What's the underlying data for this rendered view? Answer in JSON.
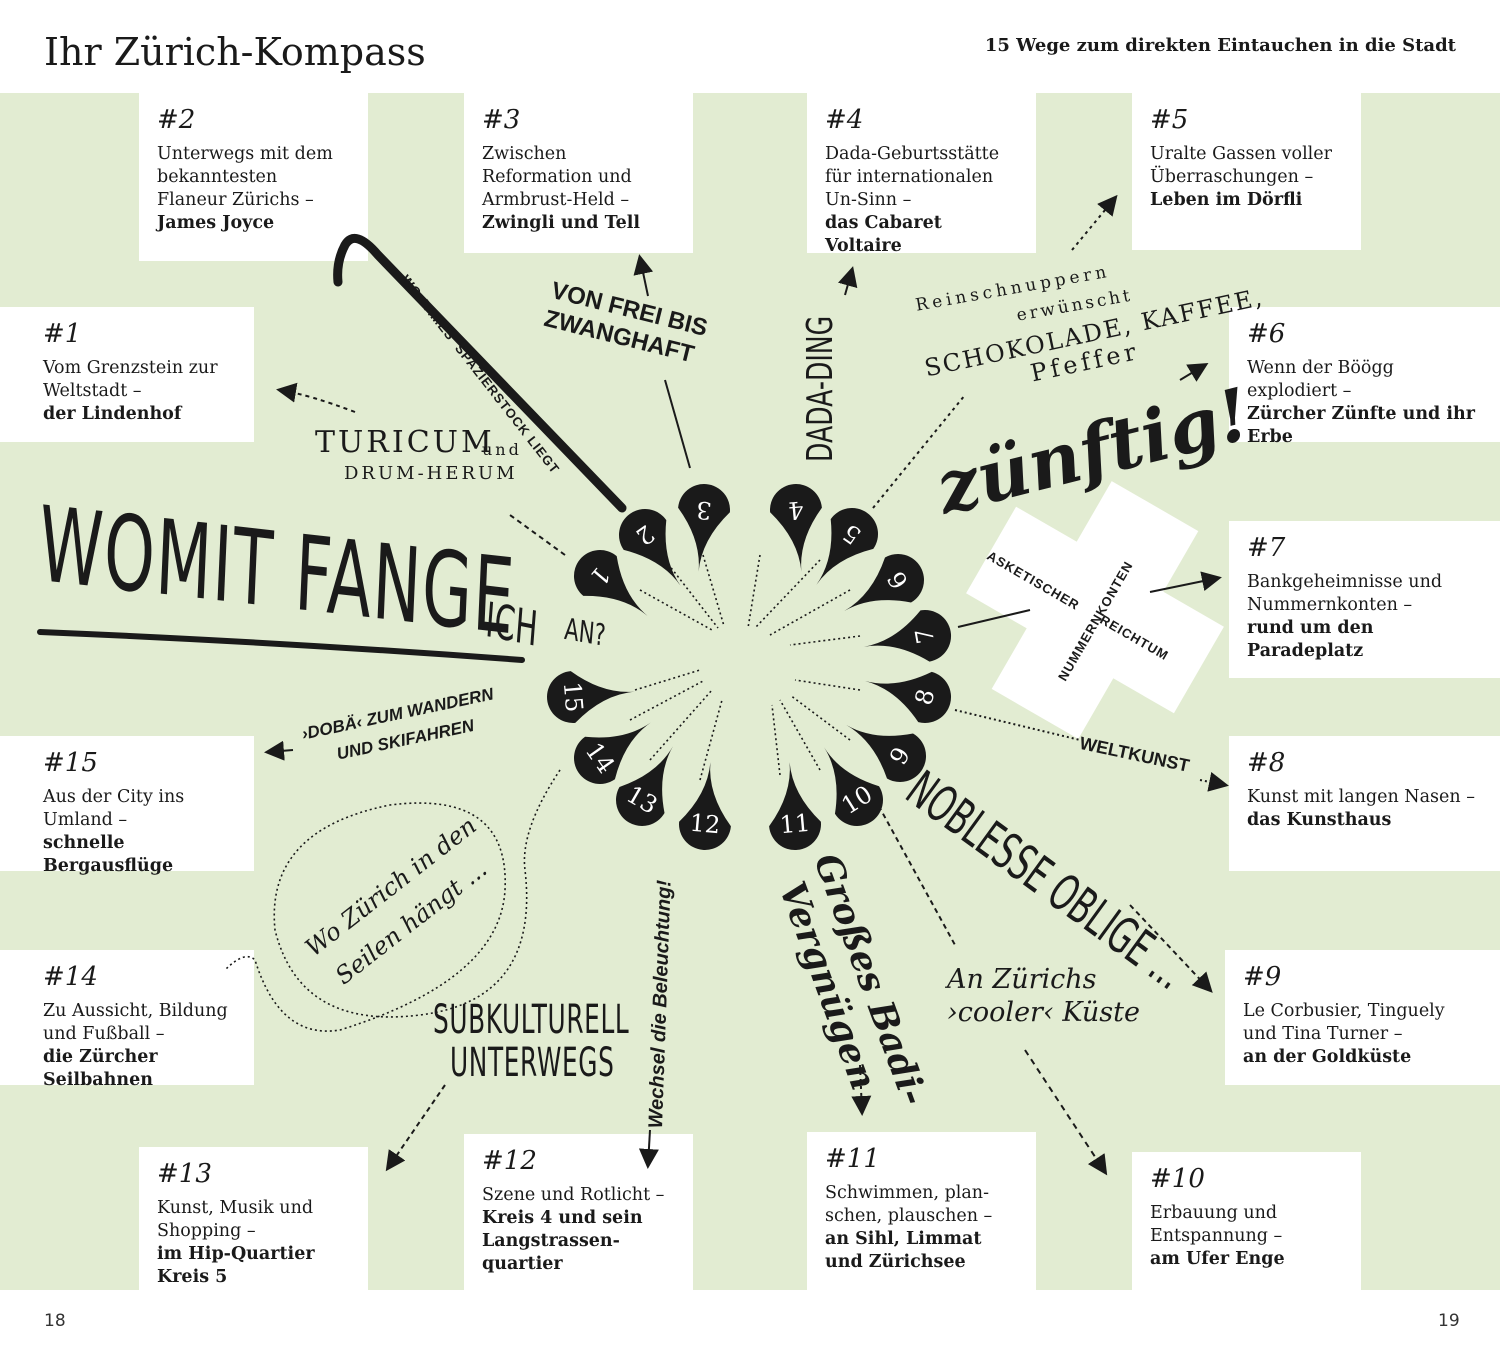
{
  "header": {
    "title": "Ihr Zürich-Kompass",
    "subtitle": "15 Wege zum direkten Eintauchen in die Stadt"
  },
  "page_numbers": {
    "left": "18",
    "right": "19"
  },
  "cards": [
    {
      "number": "#1",
      "text": "Vom Grenzstein zur Weltstadt –",
      "bold": "der Lindenhof"
    },
    {
      "number": "#2",
      "text": "Unterwegs mit dem bekanntesten Flaneur Zürichs –",
      "bold": "James Joyce"
    },
    {
      "number": "#3",
      "text": "Zwischen Reformation und Armbrust-Held –",
      "bold": "Zwingli und Tell"
    },
    {
      "number": "#4",
      "text": "Dada-Geburtsstätte für internationalen Un-Sinn –",
      "bold": "das Cabaret Voltaire"
    },
    {
      "number": "#5",
      "text": "Uralte Gassen voller Überraschungen –",
      "bold": "Leben im Dörfli"
    },
    {
      "number": "#6",
      "text": "Wenn der Böögg explodiert –",
      "bold": "Zürcher Zünfte und ihr Erbe"
    },
    {
      "number": "#7",
      "text": "Bankgeheimnisse und Nummernkonten –",
      "bold": "rund um den Paradeplatz"
    },
    {
      "number": "#8",
      "text": "Kunst mit langen Nasen –",
      "bold": "das Kunsthaus"
    },
    {
      "number": "#9",
      "text": "Le Corbusier, Tinguely und Tina Turner –",
      "bold": "an der Goldküste"
    },
    {
      "number": "#10",
      "text": "Erbauung und Entspannung –",
      "bold": "am Ufer Enge"
    },
    {
      "number": "#11",
      "text": "Schwimmen, plan-schen, plauschen –",
      "bold": "an Sihl, Limmat und Zürichsee"
    },
    {
      "number": "#12",
      "text": "Szene und Rotlicht –",
      "bold": "Kreis 4 und sein Langstrassen-quartier"
    },
    {
      "number": "#13",
      "text": "Kunst, Musik und Shopping –",
      "bold": "im Hip-Quartier Kreis 5"
    },
    {
      "number": "#14",
      "text": "Zu Aussicht, Bildung und Fußball –",
      "bold": "die Zürcher Seilbahnen"
    },
    {
      "number": "#15",
      "text": "Aus der City ins Umland –",
      "bold": "schnelle Bergausflüge"
    }
  ],
  "center": {
    "headline_part1": "WOMIT FANGE",
    "headline_part2": "ICH",
    "headline_part3": "AN?",
    "pins": [
      "1",
      "2",
      "3",
      "4",
      "5",
      "6",
      "7",
      "8",
      "9",
      "10",
      "11",
      "12",
      "13",
      "14",
      "15"
    ]
  },
  "labels": {
    "turicum": "TURICUM",
    "turicum_und": "und",
    "drum_herum": "DRUM-HERUM",
    "spazierstock": "WO JAMES' SPAZIERSTOCK LIEGT",
    "von_frei_1": "VON FREI BIS",
    "von_frei_2": "ZWANGHAFT",
    "dada_ding": "DADA-DING",
    "reinschnuppern": "Reinschnuppern",
    "erwuenscht": "erwünscht",
    "schokolade": "SCHOKOLADE, KAFFEE,",
    "pfeffer": "Pfeffer",
    "zuenftig": "zünftig!",
    "asketischer": "ASKETISCHER",
    "reichtum": "REICHTUM",
    "nummernkonten": "NUMMERNKONTEN",
    "weltkunst": "WELTKUNST",
    "noblesse": "NOBLESSE OBLIGE ...",
    "kueste_1": "An Zürichs",
    "kueste_2": "›cooler‹ Küste",
    "badi_1": "Großes Badi-",
    "badi_2": "Vergnügen",
    "beleuchtung": "Wechsel die Beleuchtung!",
    "subkulturell_1": "SUBKULTURELL",
    "subkulturell_2": "UNTERWEGS",
    "seilen_1": "Wo Zürich in den",
    "seilen_2": "Seilen hängt ...",
    "doba_1": "›DOBÄ‹ ZUM WANDERN",
    "doba_2": "UND SKIFAHREN"
  },
  "colors": {
    "background_band": "#e2ecd2",
    "pin": "#1a1a1a",
    "card": "#ffffff"
  }
}
